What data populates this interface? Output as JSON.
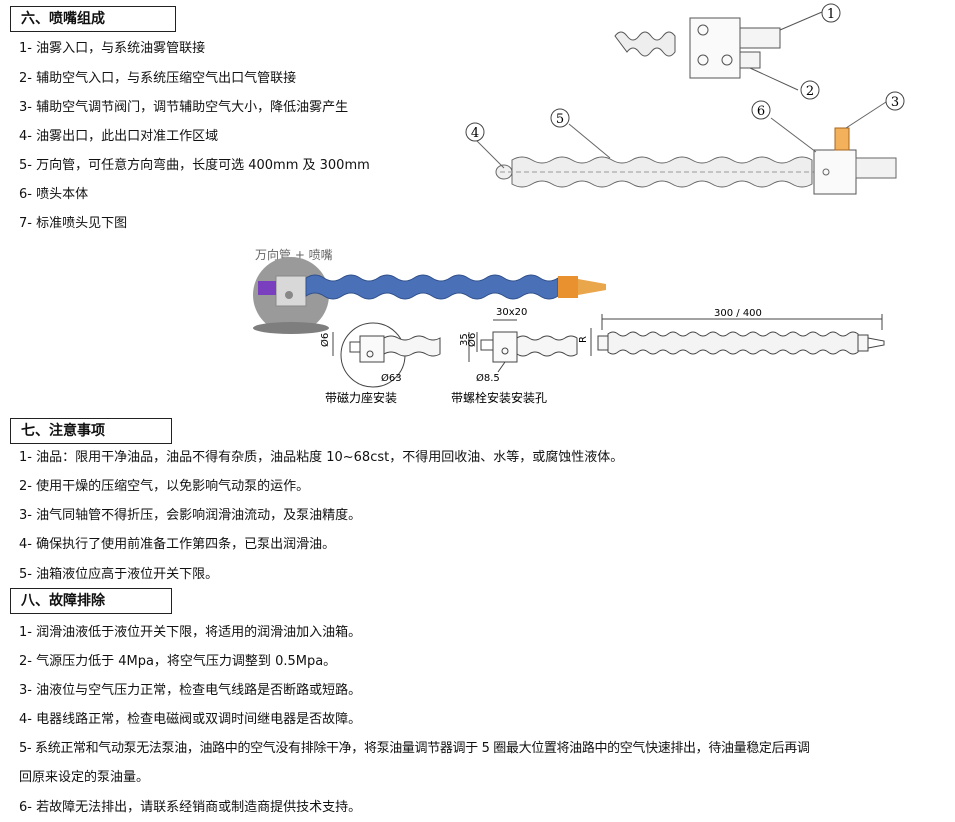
{
  "section6": {
    "title": "六、喷嘴组成",
    "items": [
      "1- 油雾入口，与系统油雾管联接",
      "2- 辅助空气入口，与系统压缩空气出口气管联接",
      "3- 辅助空气调节阀门，调节辅助空气大小，降低油雾产生",
      "4- 油雾出口，此出口对准工作区域",
      "5- 万向管，可任意方向弯曲，长度可选 400mm 及 300mm",
      "6- 喷头本体",
      "7- 标准喷头见下图"
    ],
    "callouts": [
      "1",
      "2",
      "3",
      "4",
      "5",
      "6"
    ]
  },
  "figure": {
    "photo_label": "万向管 + 喷嘴",
    "magnet": {
      "dim_width": "Ø6",
      "dim_base": "Ø63",
      "caption": "带磁力座安装"
    },
    "bolt": {
      "dim_top": "30x20",
      "dim_height": "35",
      "dim_width": "Ø6",
      "dim_hole": "Ø8.5",
      "caption": "带螺栓安装安装孔"
    },
    "hose": {
      "dim_length": "300 / 400",
      "dim_r": "R"
    }
  },
  "section7": {
    "title": "七、注意事项",
    "items": [
      "1- 油品：限用干净油品，油品不得有杂质，油品粘度 10~68cst，不得用回收油、水等，或腐蚀性液体。",
      "2- 使用干燥的压缩空气，以免影响气动泵的运作。",
      "3- 油气同轴管不得折压，会影响润滑油流动，及泵油精度。",
      "4- 确保执行了使用前准备工作第四条，已泵出润滑油。",
      "5- 油箱液位应高于液位开关下限。"
    ]
  },
  "section8": {
    "title": "八、故障排除",
    "items": [
      "1- 润滑油液低于液位开关下限，将适用的润滑油加入油箱。",
      "2- 气源压力低于 4Mpa，将空气压力调整到 0.5Mpa。",
      "3- 油液位与空气压力正常，检查电气线路是否断路或短路。",
      "4- 电器线路正常，检查电磁阀或双调时间继电器是否故障。",
      "5- 系统正常和气动泵无法泵油，油路中的空气没有排除干净，将泵油量调节器调于 5 圈最大位置将油路中的空气快速排出，待油量稳定后再调",
      "回原来设定的泵油量。",
      "6- 若故障无法排出，请联系经销商或制造商提供技术支持。"
    ]
  }
}
